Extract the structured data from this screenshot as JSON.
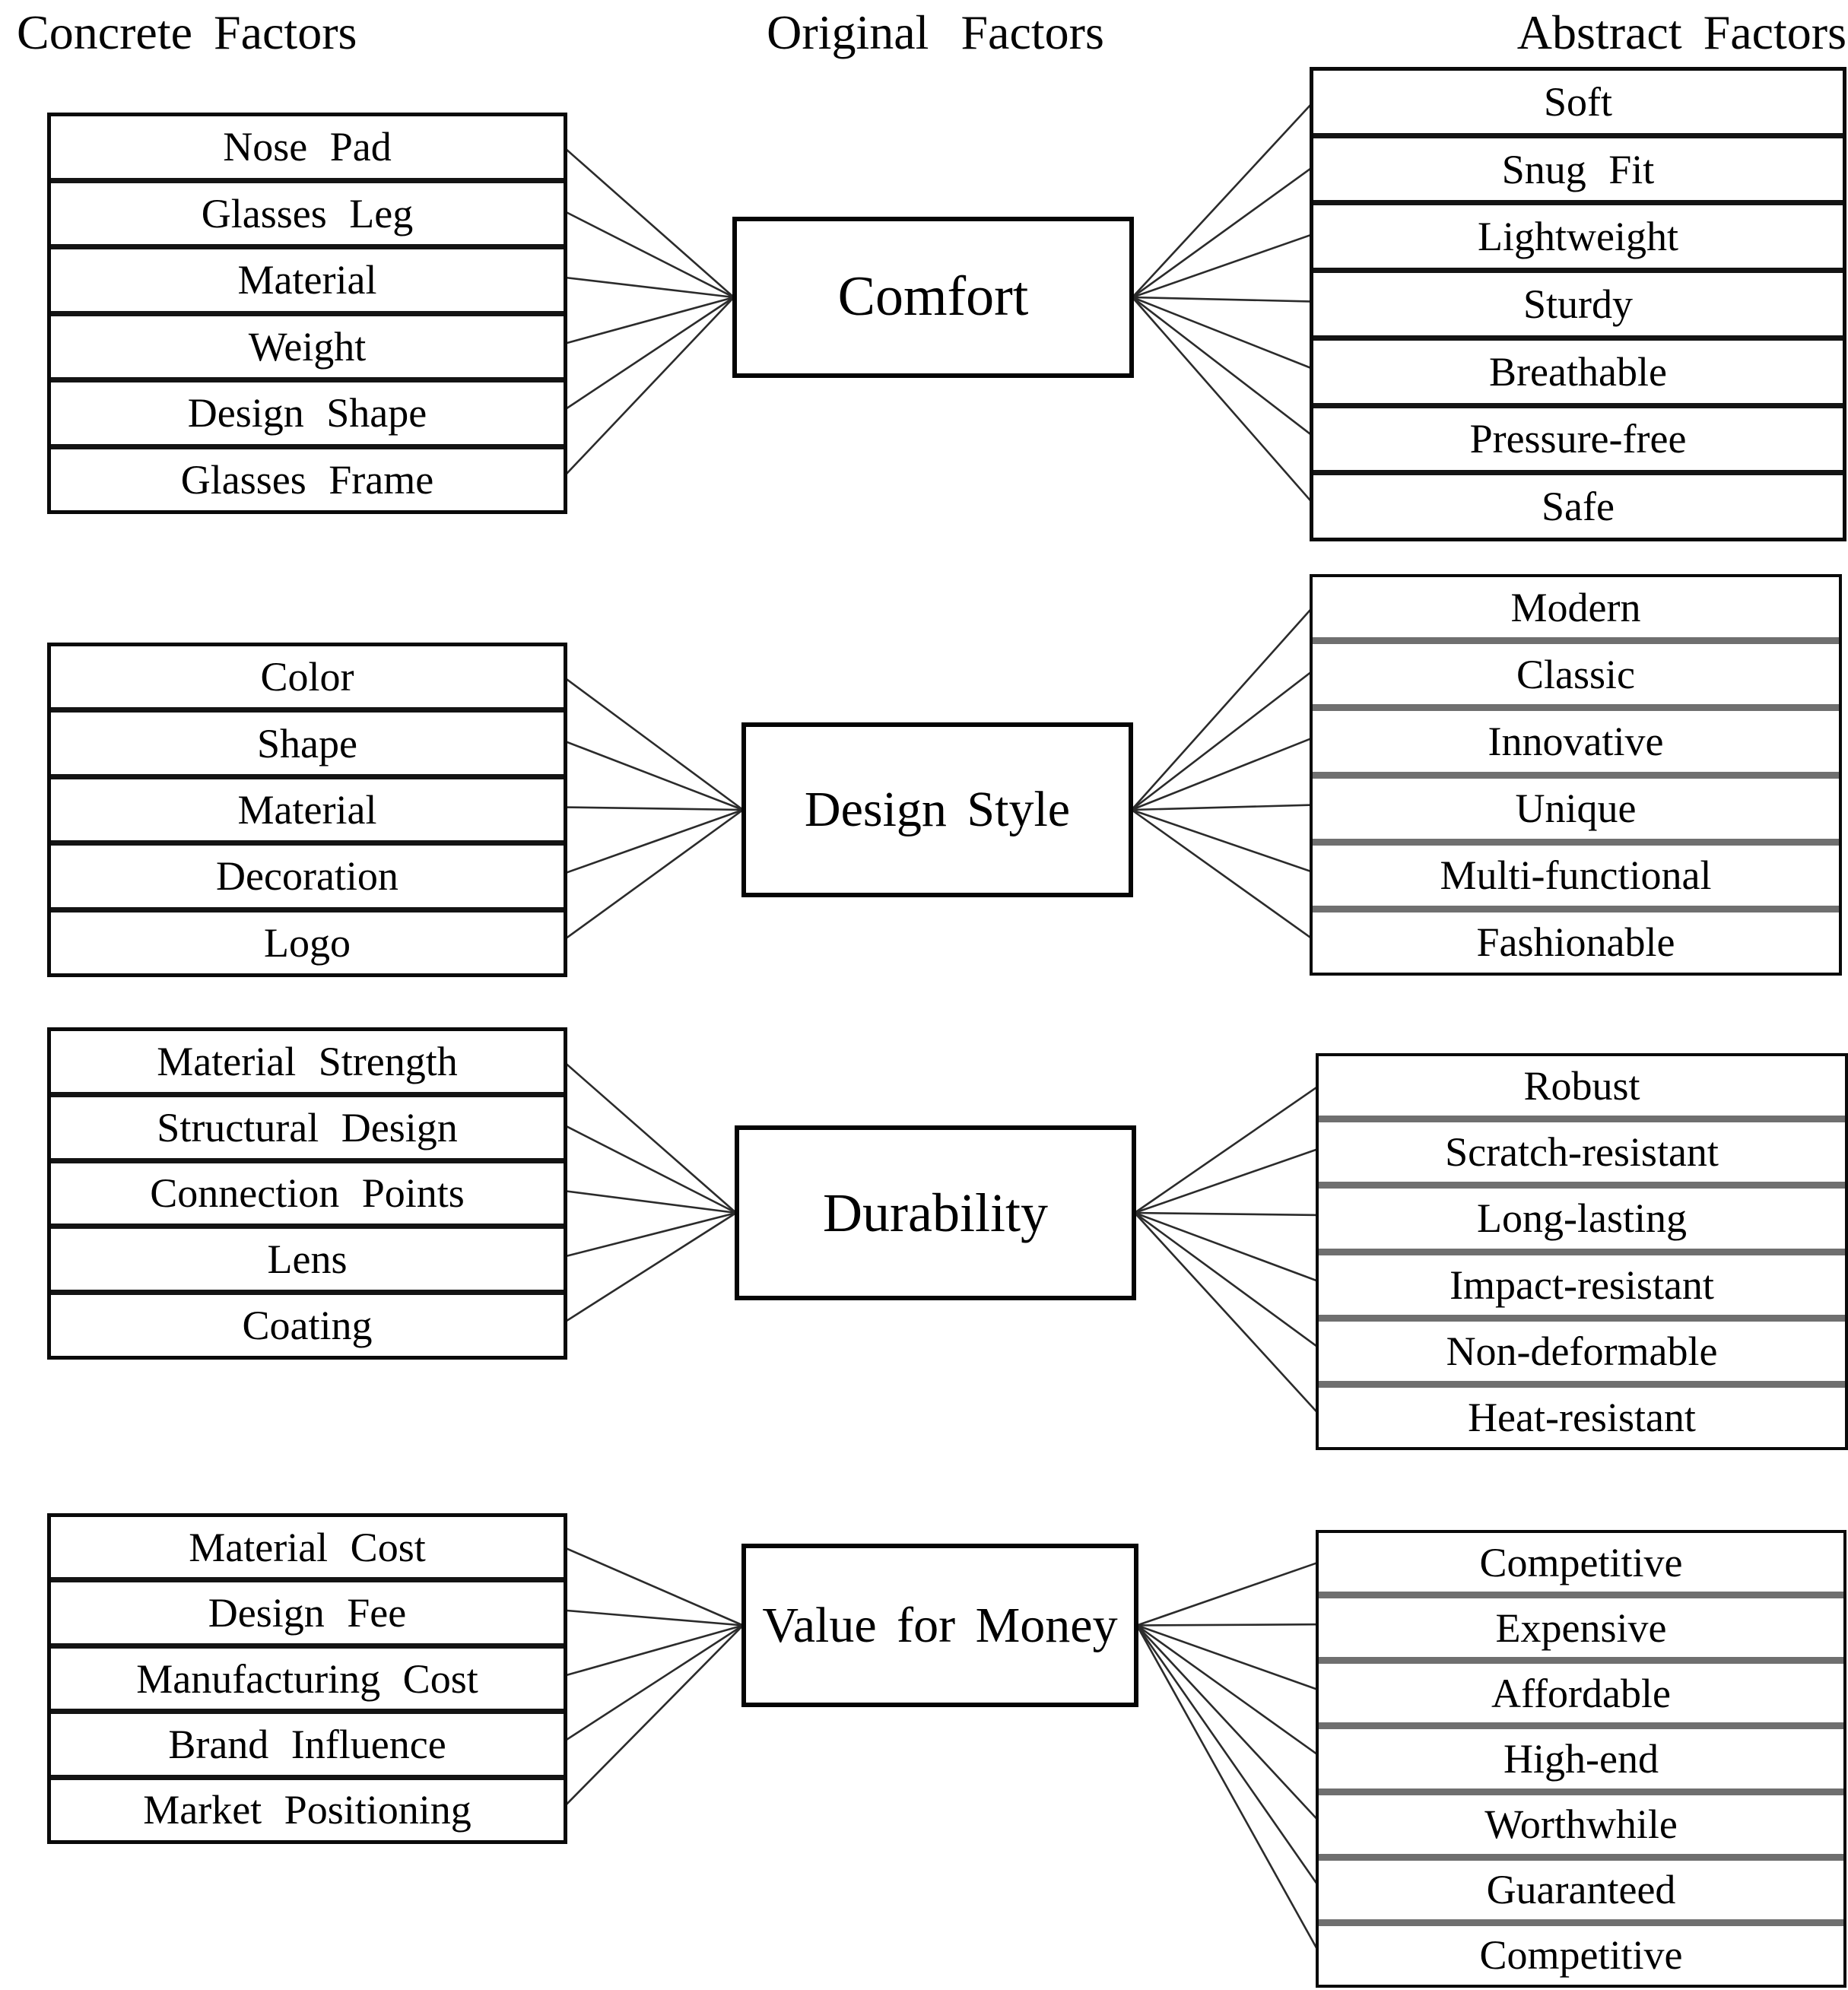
{
  "headers": {
    "concrete": "Concrete Factors",
    "original": "Original Factors",
    "abstract": "Abstract Factors"
  },
  "colors": {
    "border": "#000000",
    "connector_line": "#2b2b2b",
    "background": "#ffffff",
    "text": "#000000"
  },
  "groups": [
    {
      "original": "Comfort",
      "concrete": [
        "Nose Pad",
        "Glasses Leg",
        "Material",
        "Weight",
        "Design Shape",
        "Glasses Frame"
      ],
      "abstract": [
        "Soft",
        "Snug Fit",
        "Lightweight",
        "Sturdy",
        "Breathable",
        "Pressure-free",
        "Safe"
      ]
    },
    {
      "original": "Design Style",
      "concrete": [
        "Color",
        "Shape",
        "Material",
        "Decoration",
        "Logo"
      ],
      "abstract": [
        "Modern",
        "Classic",
        "Innovative",
        "Unique",
        "Multi-functional",
        "Fashionable"
      ]
    },
    {
      "original": "Durability",
      "concrete": [
        "Material Strength",
        "Structural Design",
        "Connection Points",
        "Lens",
        "Coating"
      ],
      "abstract": [
        "Robust",
        "Scratch-resistant",
        "Long-lasting",
        "Impact-resistant",
        "Non-deformable",
        "Heat-resistant"
      ]
    },
    {
      "original": "Value for Money",
      "concrete": [
        "Material Cost",
        "Design Fee",
        "Manufacturing Cost",
        "Brand Influence",
        "Market Positioning"
      ],
      "abstract": [
        "Competitive",
        "Expensive",
        "Affordable",
        "High-end",
        "Worthwhile",
        "Guaranteed",
        "Competitive"
      ]
    }
  ]
}
